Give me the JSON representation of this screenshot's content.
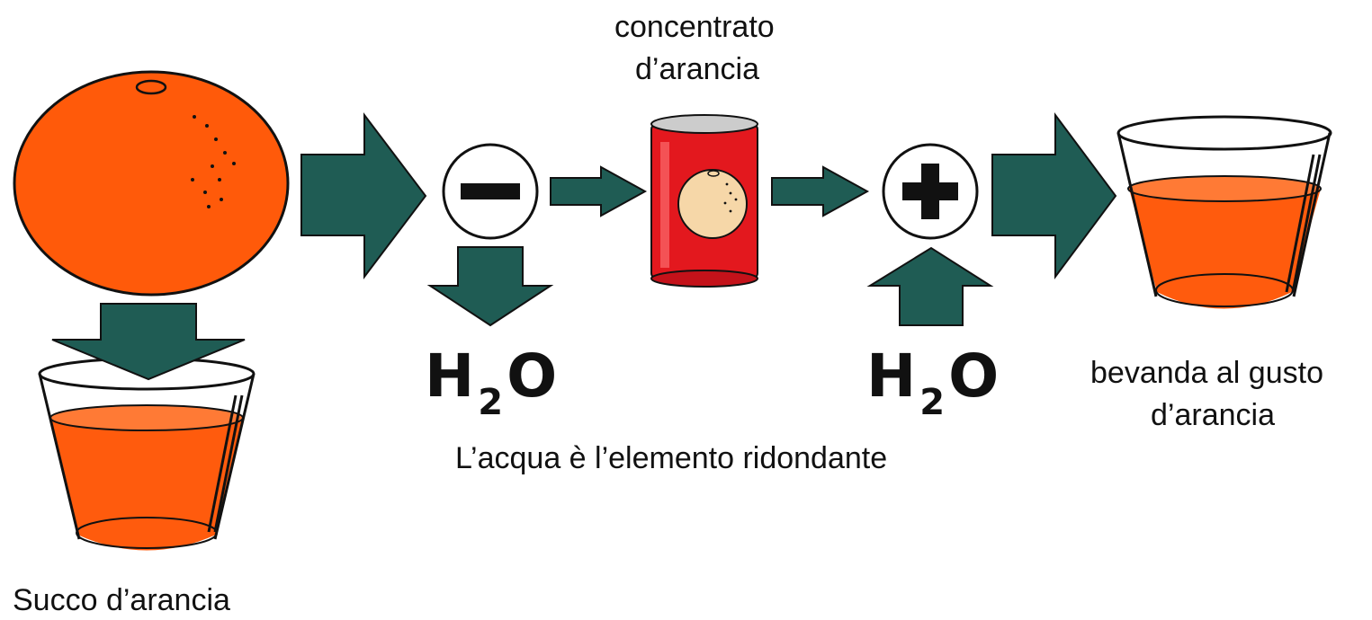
{
  "labels": {
    "concentrate_line1": "concentrato",
    "concentrate_line2": "d’arancia",
    "juice": "Succo d’arancia",
    "drink_line1": "bevanda al gusto",
    "drink_line2": "d’arancia",
    "caption": "L’acqua è l’elemento ridondante"
  },
  "water_left": {
    "main": "H",
    "sub": "2",
    "tail": "O"
  },
  "water_right": {
    "main": "H",
    "sub": "2",
    "tail": "O"
  },
  "operators": {
    "minus": "−",
    "plus": "+"
  },
  "colors": {
    "arrow": "#1f5c54",
    "orange_fruit": "#ff5a0a",
    "juice": "#ff5b0d",
    "can_red": "#e3181e",
    "can_label": "#f6d7a8",
    "outline": "#111111"
  }
}
